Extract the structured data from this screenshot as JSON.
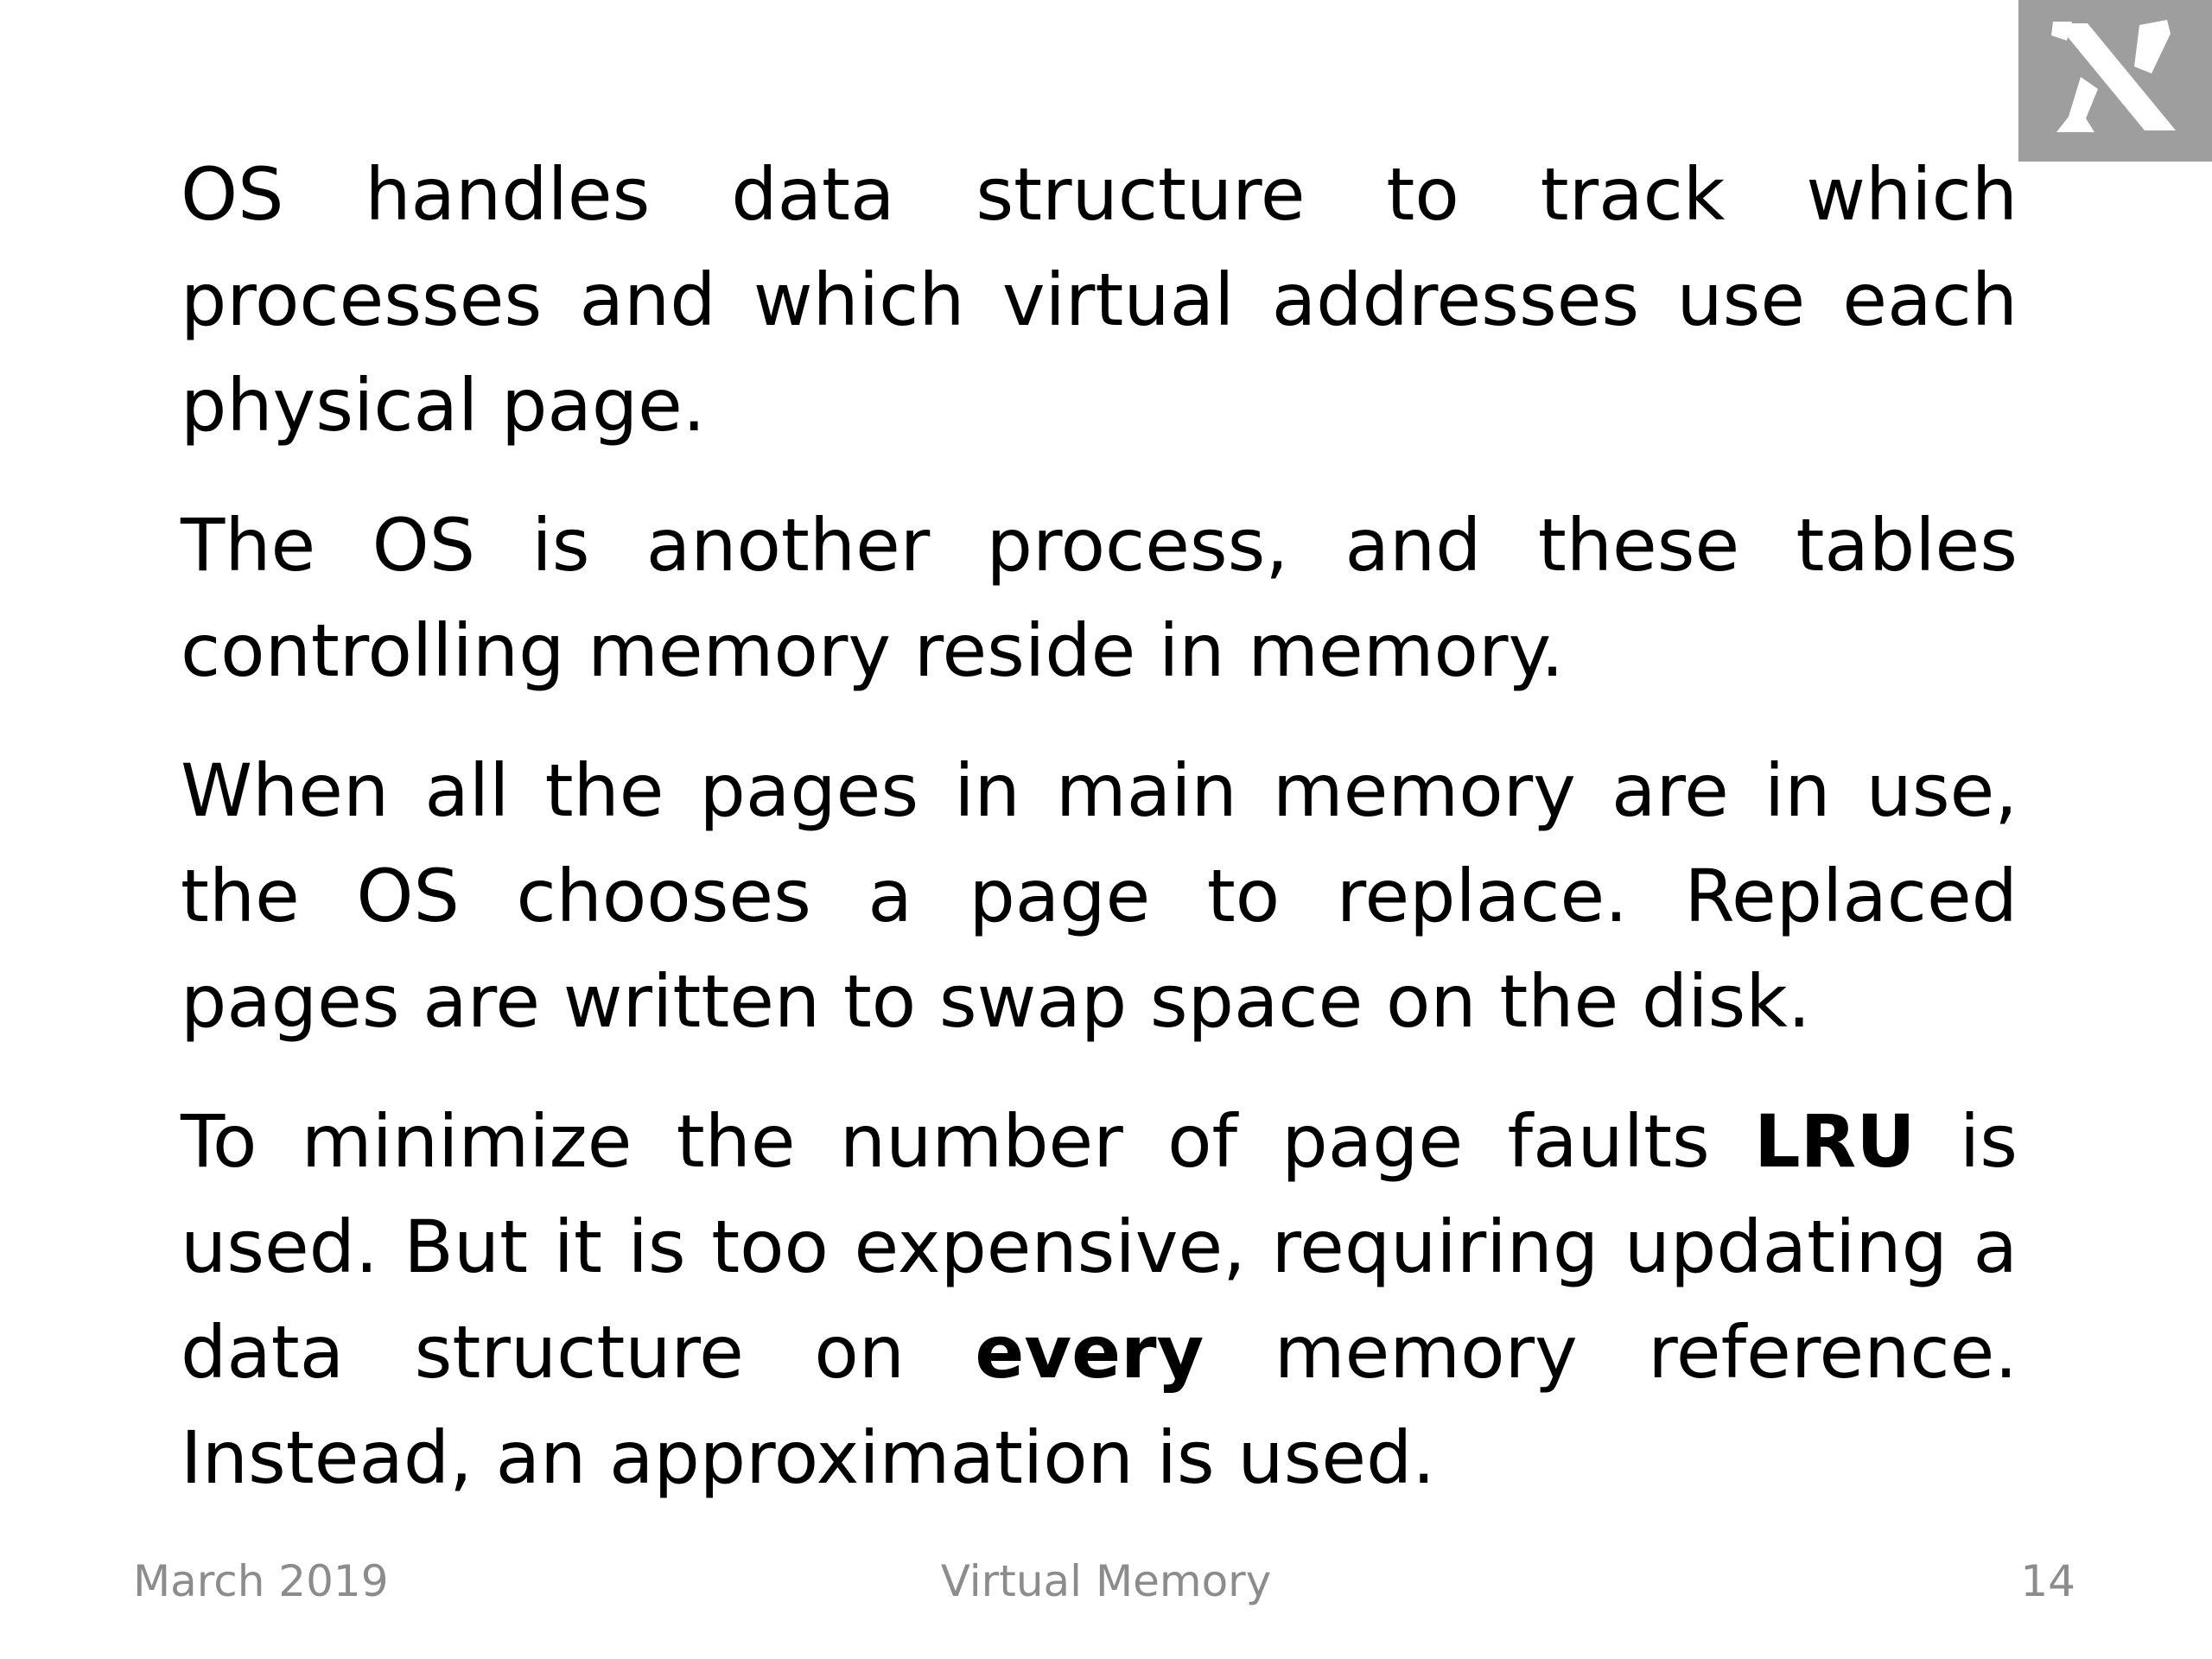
{
  "logo": {
    "icon": "aleph-icon",
    "background_color": "#9e9e9e",
    "glyph_color": "#ffffff"
  },
  "body": {
    "paragraphs": [
      {
        "text": "OS handles data structure to track which processes and which virtual addresses use each physical page."
      },
      {
        "text": "The OS is another process, and these tables controlling memory reside in memory."
      },
      {
        "text": "When all the pages in main memory are in use, the OS chooses a page to replace. Replaced pages are written to swap space on the disk."
      },
      {
        "before": "To minimize the number of page faults ",
        "bold_1": "LRU",
        "middle": " is used. But it is too expensive, requiring updating a data structure on ",
        "bold_2": "every",
        "after": " memory reference. Instead, an approximation is used."
      }
    ]
  },
  "footer": {
    "date": "March 2019",
    "title": "Virtual Memory",
    "page_number": "14"
  }
}
